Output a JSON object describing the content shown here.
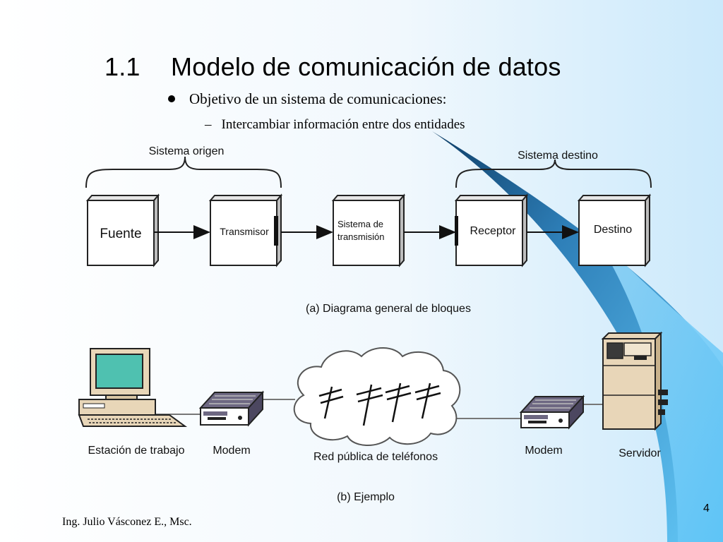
{
  "title": {
    "number": "1.1",
    "text": "Modelo de comunicación de datos"
  },
  "bullet": "Objetivo de un sistema de comunicaciones:",
  "sub_bullet": {
    "dash": "–",
    "text": "Intercambiar información entre dos entidades"
  },
  "diagram_a": {
    "group_left": "Sistema origen",
    "group_right": "Sistema destino",
    "blocks": [
      {
        "id": "fuente",
        "label": "Fuente"
      },
      {
        "id": "transmisor",
        "label": "Transmisor"
      },
      {
        "id": "sistema-transmision",
        "label_line1": "Sistema de",
        "label_line2": "transmisión"
      },
      {
        "id": "receptor",
        "label": "Receptor"
      },
      {
        "id": "destino",
        "label": "Destino"
      }
    ],
    "caption": "(a) Diagrama general de bloques"
  },
  "diagram_b": {
    "labels": {
      "workstation": "Estación de trabajo",
      "modem_left": "Modem",
      "network": "Red pública de teléfonos",
      "modem_right": "Modem",
      "server": "Servidor"
    },
    "caption": "(b) Ejemplo"
  },
  "footer": "Ing. Julio Vásconez E., Msc.",
  "page_number": "4",
  "colors": {
    "background_left": "#ffffff",
    "background_right": "#d6eefc",
    "swoosh_dark": "#1f5f8a",
    "swoosh_light": "#5cc3f5",
    "monitor_screen": "#4fc1b0"
  }
}
